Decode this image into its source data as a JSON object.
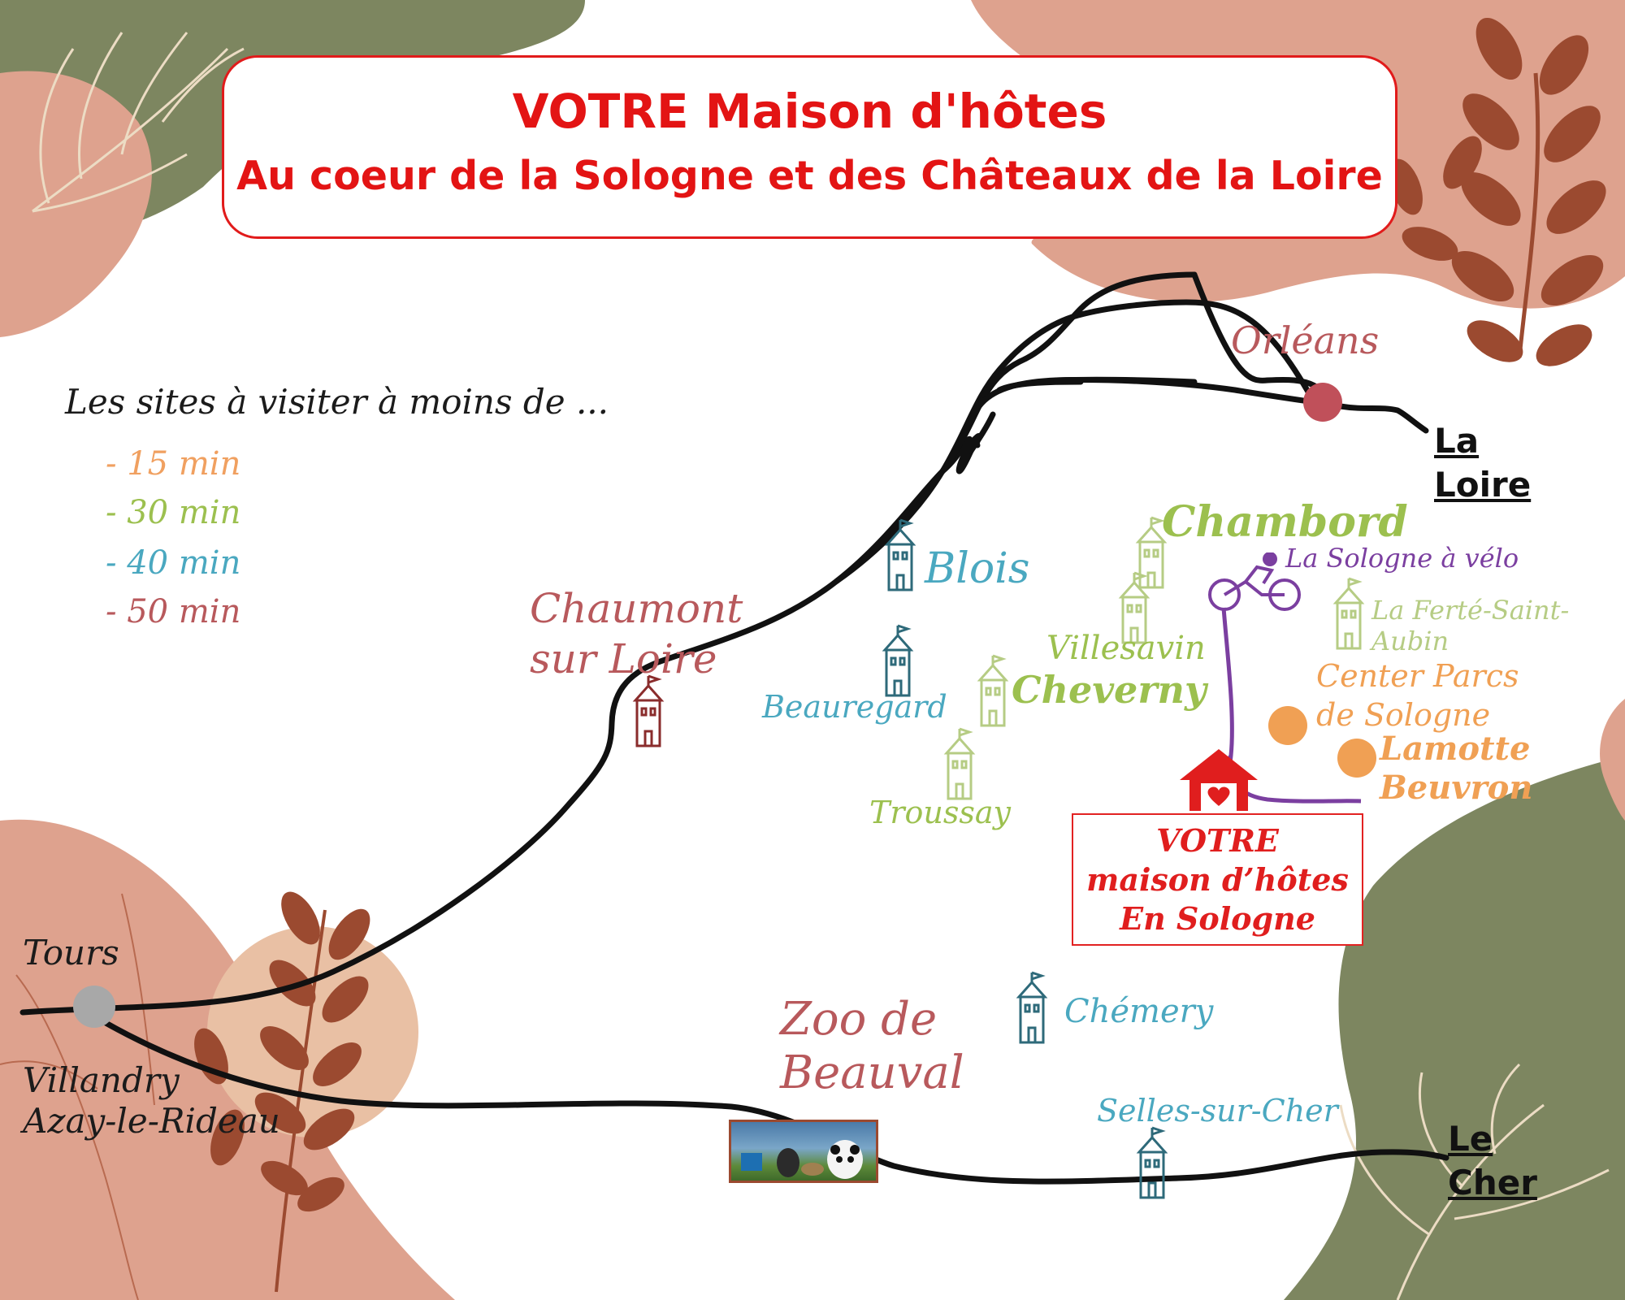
{
  "title": {
    "line1": "VOTRE Maison d'hôtes",
    "line2": "Au coeur de la Sologne et des Châteaux de la Loire"
  },
  "legend": {
    "heading": "Les sites à visiter à moins de ...",
    "items": [
      {
        "label": "- 15 min",
        "color": "#f0a060"
      },
      {
        "label": "- 30 min",
        "color": "#9cc04f"
      },
      {
        "label": "- 40 min",
        "color": "#4aa8c0"
      },
      {
        "label": "- 50 min",
        "color": "#b8595c"
      }
    ]
  },
  "rivers": {
    "loire": {
      "line1": "La",
      "line2": "Loire"
    },
    "cher": {
      "line1": "Le",
      "line2": "Cher"
    }
  },
  "places": {
    "orleans": "Orléans",
    "tours": "Tours",
    "blois": "Blois",
    "chaumont": {
      "line1": "Chaumont",
      "line2": "sur Loire"
    },
    "chambord": "Chambord",
    "sologne_velo": "La Sologne à vélo",
    "ferte": {
      "line1": "La Ferté-Saint-",
      "line2": "Aubin"
    },
    "villesavin": "Villesavin",
    "cheverny": "Cheverny",
    "beauregard": "Beauregard",
    "troussay": "Troussay",
    "center_parcs": {
      "line1": "Center Parcs",
      "line2": "de Sologne"
    },
    "lamotte": {
      "line1": "Lamotte",
      "line2": "Beuvron"
    },
    "villandry": "Villandry",
    "azay": "Azay-le-Rideau",
    "zoo": {
      "line1": "Zoo de",
      "line2": "Beauval"
    },
    "chemery": "Chémery",
    "selles": "Selles-sur-Cher"
  },
  "house": {
    "line1": "VOTRE",
    "line2": "maison d’hôtes",
    "line3": "En Sologne"
  },
  "colors": {
    "title_red": "#e31414",
    "green_blob": "#7d8660",
    "salmon_blob": "#dea28e",
    "leaf_brown": "#9b4a30",
    "route_purple": "#7b3fa0",
    "orange_dot": "#f0a054",
    "orleans_dot": "#c0505a",
    "tours_dot": "#a8a8a8"
  },
  "icons": [
    "castle-icon",
    "cyclist-icon",
    "house-heart-icon",
    "zoo-photo-icon",
    "leaf-icon"
  ]
}
